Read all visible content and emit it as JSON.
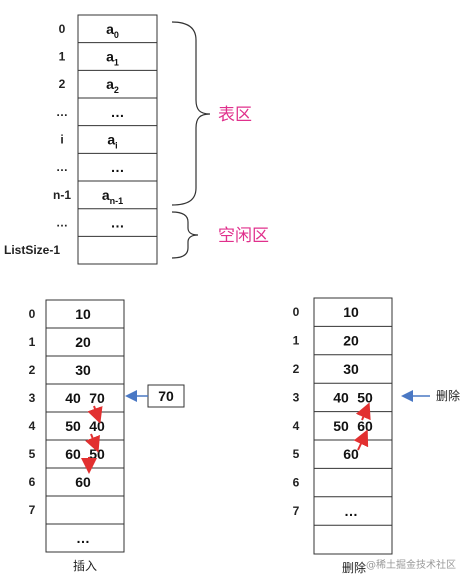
{
  "colors": {
    "region_label": "#e0308c",
    "red_arrow": "#e23030",
    "blue_arrow": "#4a78c4",
    "border": "#333333"
  },
  "top_table": {
    "indices": [
      "0",
      "1",
      "2",
      "…",
      "i",
      "…",
      "n-1",
      "…",
      "ListSize-1"
    ],
    "cells": [
      {
        "base": "a",
        "sub": "0"
      },
      {
        "base": "a",
        "sub": "1"
      },
      {
        "base": "a",
        "sub": "2"
      },
      {
        "base": "…",
        "sub": ""
      },
      {
        "base": "a",
        "sub": "i"
      },
      {
        "base": "…",
        "sub": ""
      },
      {
        "base": "a",
        "sub": "n-1"
      },
      {
        "base": "…",
        "sub": ""
      },
      {
        "base": "",
        "sub": ""
      }
    ],
    "label_table_region": "表区",
    "label_free_region": "空闲区"
  },
  "insert_table": {
    "indices": [
      "0",
      "1",
      "2",
      "3",
      "4",
      "5",
      "6",
      "7"
    ],
    "rows": [
      {
        "old": "10",
        "new": ""
      },
      {
        "old": "20",
        "new": ""
      },
      {
        "old": "30",
        "new": ""
      },
      {
        "old": "40",
        "new": "70"
      },
      {
        "old": "50",
        "new": "40"
      },
      {
        "old": "60",
        "new": "50"
      },
      {
        "old": "60",
        "new": ""
      },
      {
        "old": "",
        "new": ""
      },
      {
        "old": "…",
        "new": ""
      }
    ],
    "new_value": "70",
    "caption": "插入"
  },
  "delete_table": {
    "indices": [
      "0",
      "1",
      "2",
      "3",
      "4",
      "5",
      "6",
      "7"
    ],
    "rows": [
      {
        "old": "10",
        "new": ""
      },
      {
        "old": "20",
        "new": ""
      },
      {
        "old": "30",
        "new": ""
      },
      {
        "old": "40",
        "new": "50"
      },
      {
        "old": "50",
        "new": "60"
      },
      {
        "old": "60",
        "new": ""
      },
      {
        "old": "",
        "new": ""
      },
      {
        "old": "…",
        "new": ""
      },
      {
        "old": "",
        "new": ""
      }
    ],
    "delete_label": "删除",
    "caption": "删除"
  },
  "watermark": "@稀土掘金技术社区"
}
